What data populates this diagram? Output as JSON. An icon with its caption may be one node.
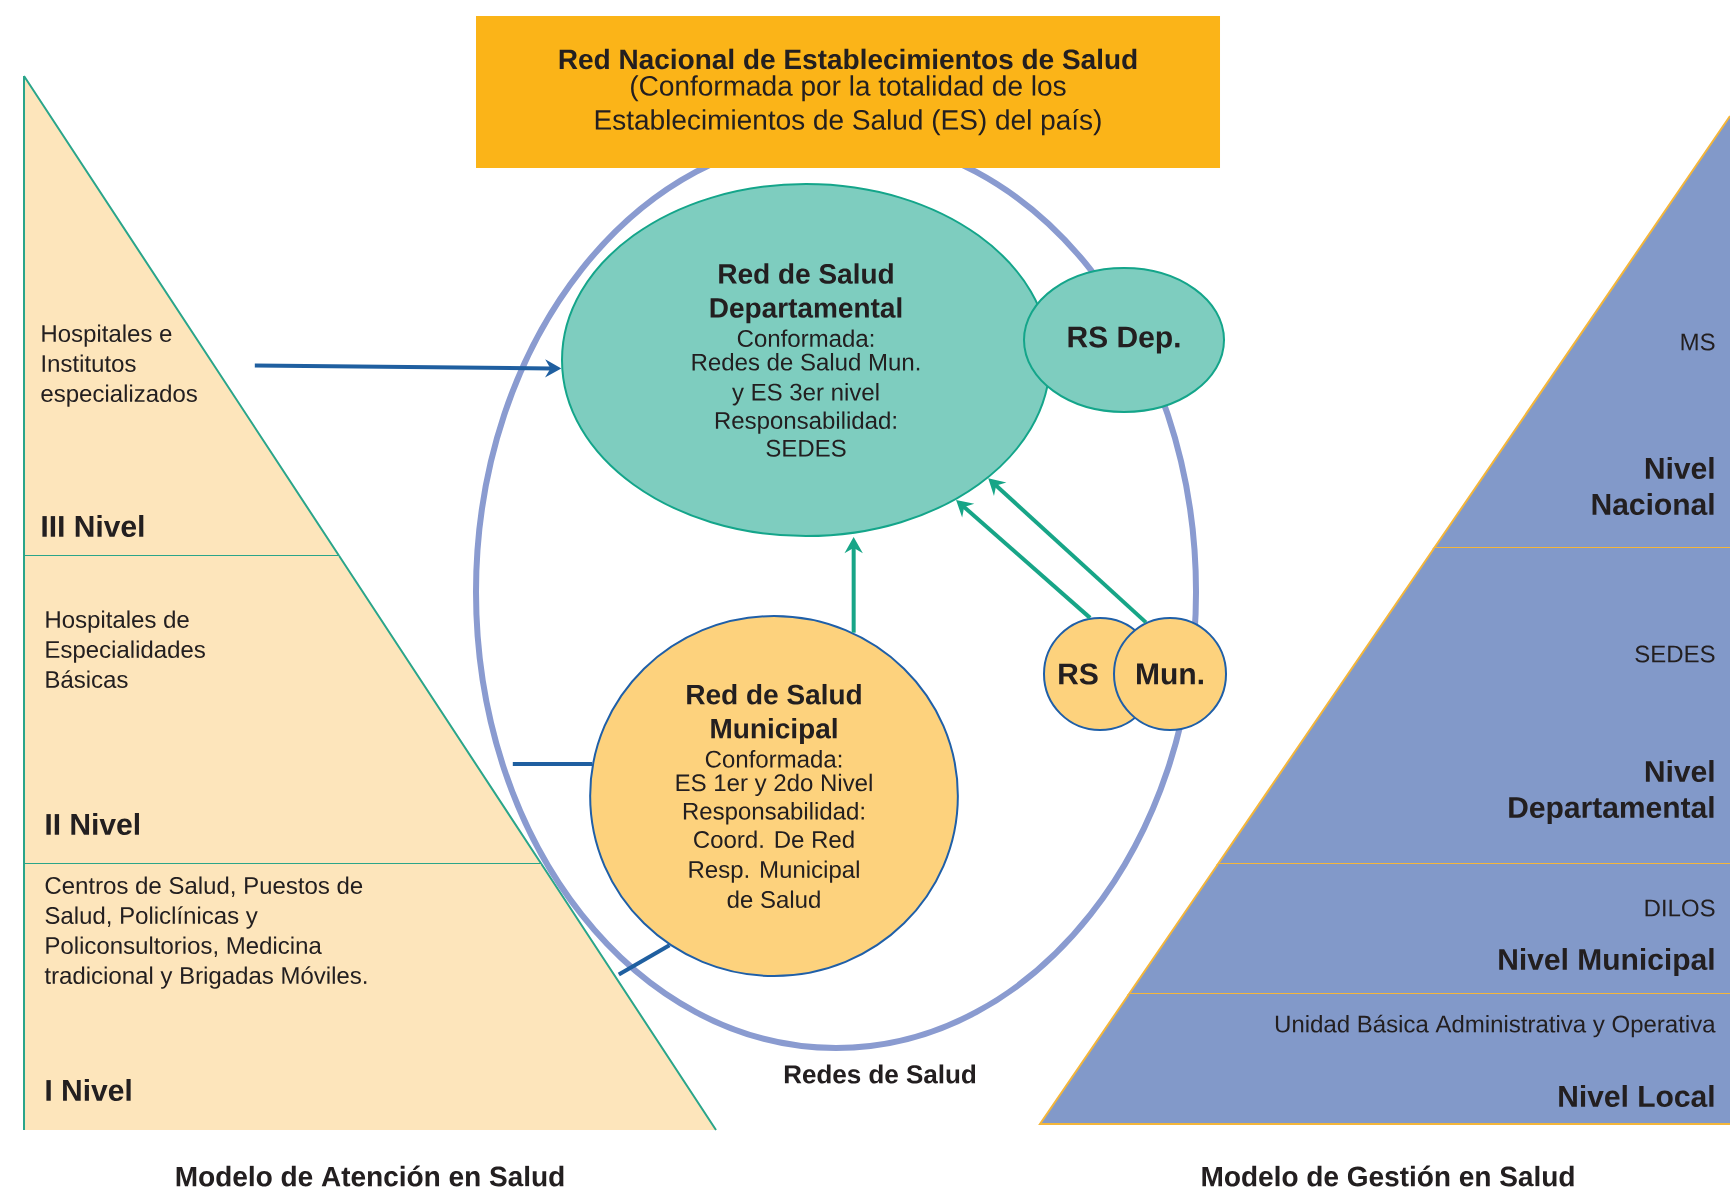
{
  "diagram": {
    "nodes": [
      {
        "text": [
          "Red  Nacional de Establecimientos de Salud",
          "(Conformada por la totalidad de los Establecimientos de Salud (ES) del país)"
        ]
      },
      {
        "text": [
          "Redes de Salud"
        ]
      },
      {
        "text": [
          "Red de Salud Departamental",
          "Conformada:",
          "Redes de Salud Mun. y ES 3er nivel",
          "Responsabilidad:",
          "SEDES"
        ],
        "in": 1
      },
      {
        "text": [
          "RS Dep."
        ],
        "in": 1
      },
      {
        "text": [
          "Red de Salud Municipal",
          "Conformada:",
          "ES 1er y 2do Nivel",
          "Responsabilidad:",
          "Coord. De Red Resp. Municipal de Salud"
        ],
        "in": 1
      },
      {
        "text": [
          "RS"
        ],
        "in": 1
      },
      {
        "text": [
          "Mun."
        ],
        "in": 1
      },
      {
        "text": [
          "Hospitales e Institutos especializados",
          "III Nivel"
        ]
      },
      {
        "text": [
          "Hospitales de Especialidades Básicas",
          "II Nivel"
        ]
      },
      {
        "text": [
          "Centros de Salud, Puestos de Salud, Policlínicas y Policonsultorios, Medicina tradicional  y Brigadas Móviles.",
          "I Nivel"
        ]
      },
      {
        "text": [
          "MS",
          "Nivel Nacional"
        ]
      },
      {
        "text": [
          "SEDES",
          "Nivel Departamental"
        ]
      },
      {
        "text": [
          "DILOS",
          "Nivel Municipal"
        ]
      },
      {
        "text": [
          "Unidad Básica Administrativa y Operativa",
          "Nivel Local"
        ]
      }
    ],
    "edges": [
      {
        "from": 7,
        "to": 2,
        "arrow": "to",
        "color": "#1f5fa0"
      },
      {
        "from": 8,
        "to": 4,
        "arrow": "none",
        "color": "#1f5fa0"
      },
      {
        "from": 9,
        "to": 4,
        "arrow": "none",
        "color": "#1f5fa0"
      },
      {
        "from": 4,
        "to": 2,
        "arrow": "to",
        "color": "#17a587"
      },
      {
        "from": 5,
        "to": 2,
        "arrow": "to",
        "color": "#17a587"
      },
      {
        "from": 6,
        "to": 2,
        "arrow": "to",
        "color": "#17a587"
      }
    ],
    "labels": [
      "Modelo de Atención en Salud",
      "Modelo de Gestión en Salud"
    ]
  }
}
